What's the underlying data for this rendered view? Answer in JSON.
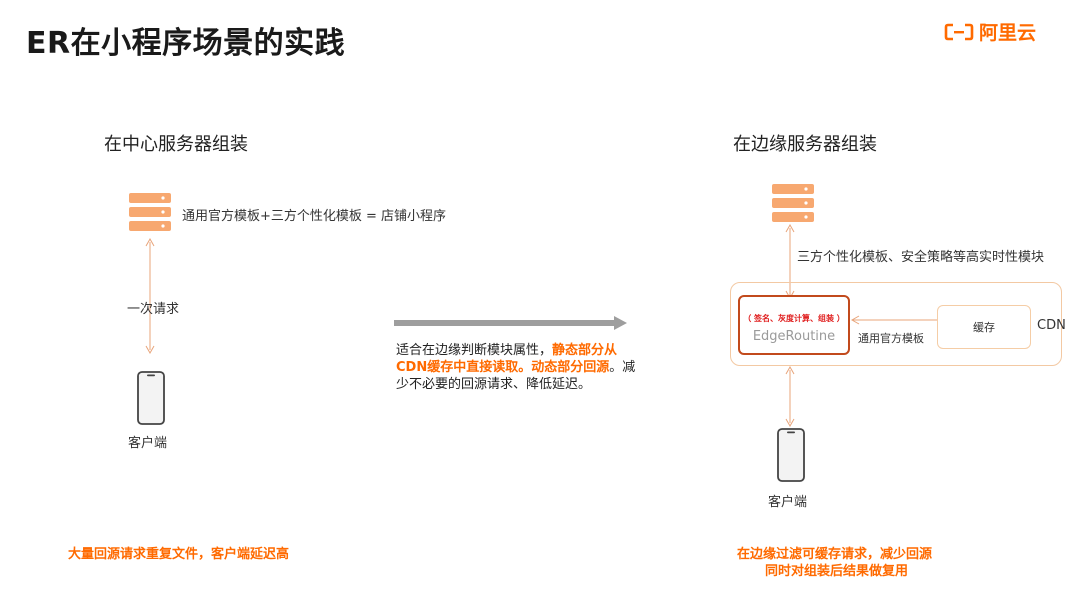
{
  "header": {
    "title": "ER在小程序场景的实践",
    "logo_text": "阿里云"
  },
  "left": {
    "section_title": "在中心服务器组装",
    "server_desc": "通用官方模板+三方个性化模板 = 店铺小程序",
    "request_label": "一次请求",
    "client_label": "客户端",
    "bottom_note": "大量回源请求重复文件，客户端延迟高"
  },
  "middle": {
    "note_part1": "适合在边缘判断模块属性，",
    "note_part2": "静态部分从CDN缓存中直接读取。动态部分回源",
    "note_part3": "。减少不必要的回源请求、降低延迟。"
  },
  "right": {
    "section_title": "在边缘服务器组装",
    "server_desc": "三方个性化模板、安全策略等高实时性模块",
    "er_tags": "（ 签名、灰度计算、组装 ）",
    "er_name": "EdgeRoutine",
    "template_label": "通用官方模板",
    "cache_label": "缓存",
    "cdn_label": "CDN",
    "client_label": "客户端",
    "bottom_note_line1": "在边缘过滤可缓存请求，减少回源",
    "bottom_note_line2": "同时对组装后结果做复用"
  },
  "colors": {
    "accent": "#ff6a00",
    "server": "#f7a870",
    "connector": "#e8a47a",
    "er_border": "#c24a1c",
    "er_tags": "#e02020",
    "arrow_gray": "#9e9e9e"
  }
}
